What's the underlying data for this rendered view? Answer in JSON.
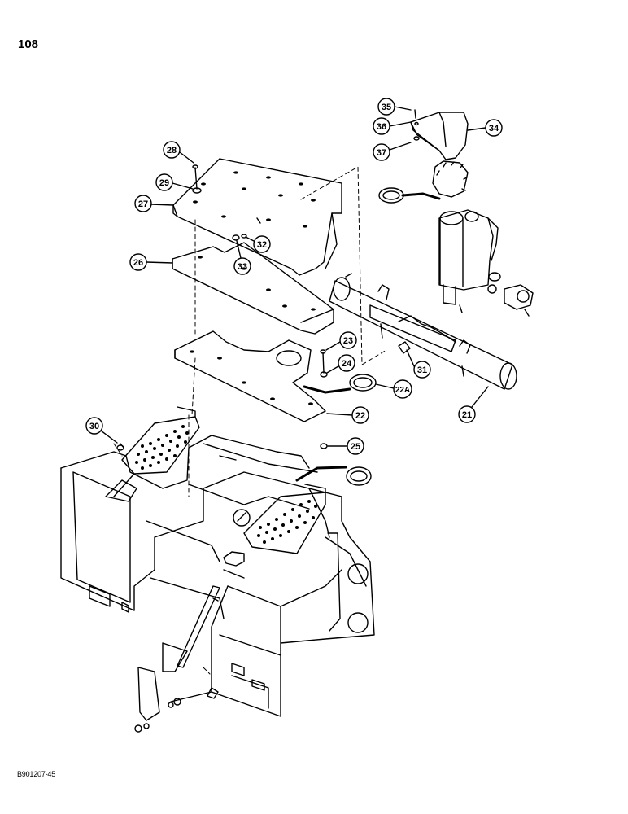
{
  "page": {
    "number": "108",
    "figure_code": "B901207-45"
  },
  "callouts": [
    {
      "id": "c35",
      "label": "35"
    },
    {
      "id": "c36",
      "label": "36"
    },
    {
      "id": "c37",
      "label": "37"
    },
    {
      "id": "c34",
      "label": "34"
    },
    {
      "id": "c28",
      "label": "28"
    },
    {
      "id": "c29",
      "label": "29"
    },
    {
      "id": "c27",
      "label": "27"
    },
    {
      "id": "c32",
      "label": "32"
    },
    {
      "id": "c26",
      "label": "26"
    },
    {
      "id": "c33",
      "label": "33"
    },
    {
      "id": "c23",
      "label": "23"
    },
    {
      "id": "c24",
      "label": "24"
    },
    {
      "id": "c31",
      "label": "31"
    },
    {
      "id": "c22A",
      "label": "22A"
    },
    {
      "id": "c22",
      "label": "22"
    },
    {
      "id": "c21",
      "label": "21"
    },
    {
      "id": "c30",
      "label": "30"
    },
    {
      "id": "c25",
      "label": "25"
    }
  ]
}
